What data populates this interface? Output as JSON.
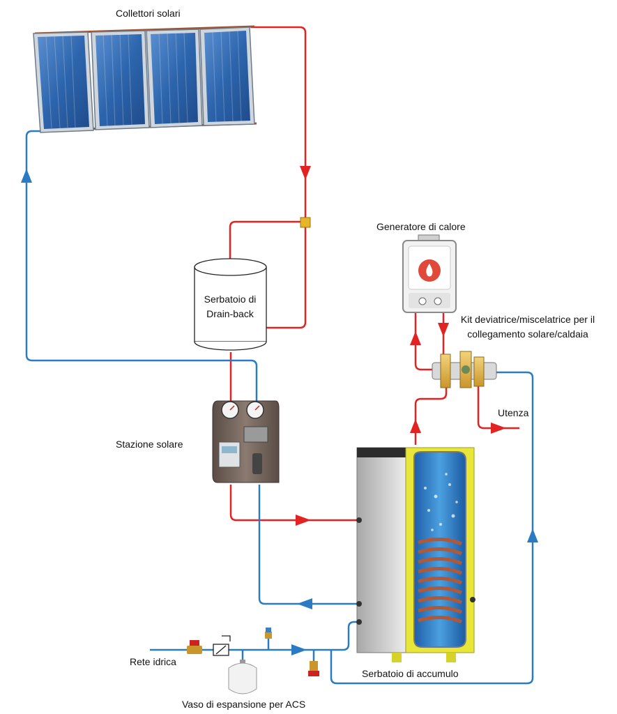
{
  "labels": {
    "collettori": "Collettori solari",
    "drainback_line1": "Serbatoio di",
    "drainback_line2": "Drain-back",
    "generatore": "Generatore di calore",
    "kit_line1": "Kit deviatrice/miscelatrice per il",
    "kit_line2": "collegamento solare/caldaia",
    "stazione": "Stazione solare",
    "utenza": "Utenza",
    "rete": "Rete idrica",
    "serbatoio_accumulo": "Serbatoio di accumulo",
    "vaso": "Vaso di espansione per ACS"
  },
  "colors": {
    "hot_pipe": "#e32222",
    "cold_pipe": "#2b7bc4",
    "panel": "#2f6db4",
    "tank_yellow": "#e9e63a",
    "boiler_flame": "#e0483a"
  }
}
